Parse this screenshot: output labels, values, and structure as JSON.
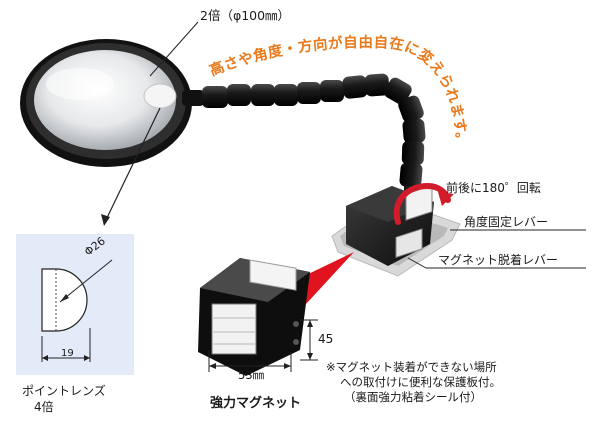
{
  "labels": {
    "lens_size": "2倍（φ100㎜）",
    "curve_caption": "高さや角度・方向が自由自在に変えられます。",
    "rotate": "前後に180゜回転",
    "angle_lever": "角度固定レバー",
    "magnet_lever": "マグネット脱着レバー",
    "point_lens_name": "ポイントレンズ",
    "point_lens_mag": "4倍",
    "point_diameter": "Φ26",
    "point_width": "19",
    "magnet_title": "強力マグネット",
    "magnet_width": "53㎜",
    "magnet_height": "45"
  },
  "note": {
    "line1": "※マグネット装着ができない場所",
    "line2": "への取付けに便利な保護板付。",
    "line3": "（裏面強力粘着シール付）"
  },
  "colors": {
    "accent_orange": "#ea7a1c",
    "rotate_arrow": "#d21b2b",
    "lens_box_bg": "#e3ebf8",
    "callout_red": "#e0141e"
  }
}
